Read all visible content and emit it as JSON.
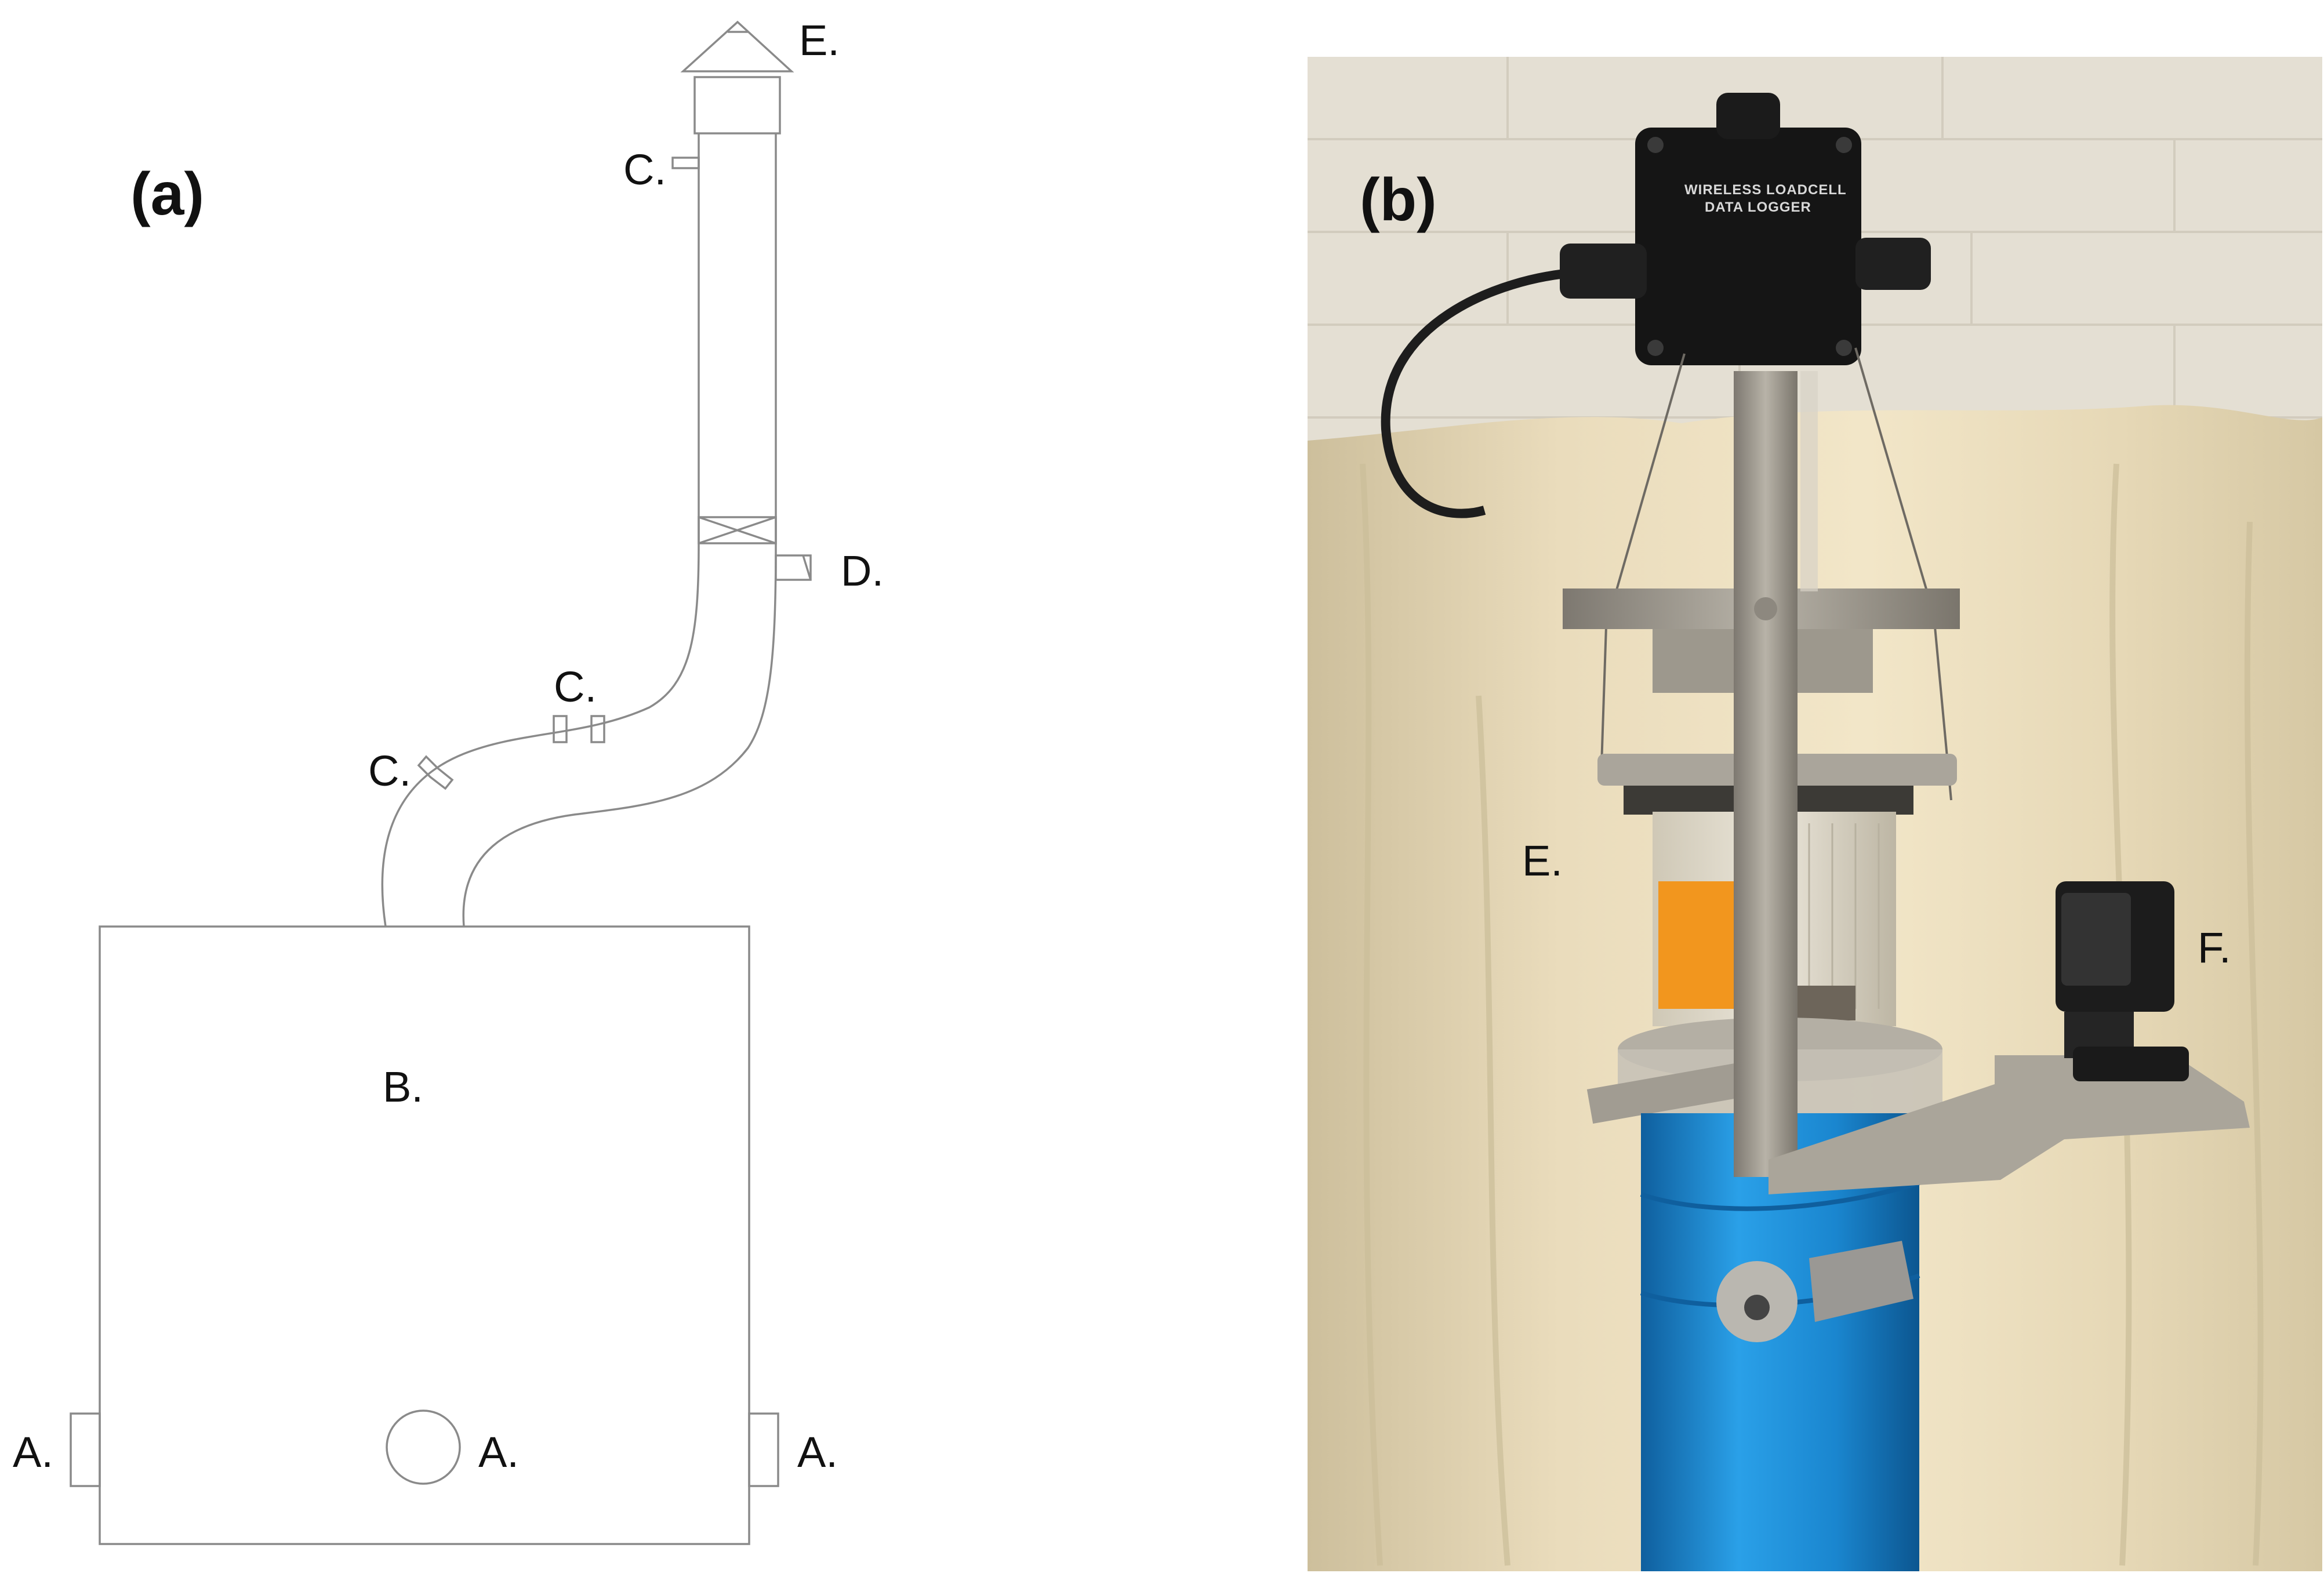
{
  "panel_a": {
    "label": "(a)",
    "parts": {
      "A_left": "A.",
      "A_center": "A.",
      "A_right": "A.",
      "B": "B.",
      "C_top": "C.",
      "C_middle": "C.",
      "C_lower": "C.",
      "D": "D.",
      "E": "E."
    }
  },
  "panel_b": {
    "label": "(b)",
    "parts": {
      "E": "E.",
      "F": "F."
    },
    "logger_text_line1": "WIRELESS LOADCELL",
    "logger_text_line2": "DATA LOGGER"
  },
  "colors": {
    "diagram_line": "#8a8a8a",
    "wall": "#e7e2d6",
    "cloth": "#efe2c2",
    "blue_tape": "#1f8fd6",
    "orange_band": "#f2961e",
    "logger_body": "#151515",
    "metal": "#a9a49a"
  }
}
